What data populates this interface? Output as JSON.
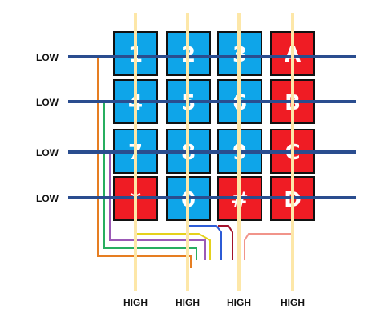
{
  "colors": {
    "blue_key": "#0ea5e9",
    "red_key": "#ef1c24",
    "key_border": "#111111",
    "row_line": "#2a4d8f",
    "col_line": "#fde7a8",
    "label_text": "#111111"
  },
  "keypad": {
    "rows": [
      [
        {
          "label": "1",
          "color": "blue"
        },
        {
          "label": "2",
          "color": "blue"
        },
        {
          "label": "3",
          "color": "blue"
        },
        {
          "label": "A",
          "color": "red"
        }
      ],
      [
        {
          "label": "4",
          "color": "blue"
        },
        {
          "label": "5",
          "color": "blue"
        },
        {
          "label": "6",
          "color": "blue"
        },
        {
          "label": "B",
          "color": "red"
        }
      ],
      [
        {
          "label": "7",
          "color": "blue"
        },
        {
          "label": "8",
          "color": "blue"
        },
        {
          "label": "9",
          "color": "blue"
        },
        {
          "label": "C",
          "color": "red"
        }
      ],
      [
        {
          "label": "*",
          "color": "red"
        },
        {
          "label": "0",
          "color": "blue"
        },
        {
          "label": "#",
          "color": "red"
        },
        {
          "label": "D",
          "color": "red"
        }
      ]
    ]
  },
  "row_labels": [
    "LOW",
    "LOW",
    "LOW",
    "LOW"
  ],
  "column_labels": [
    "HIGH",
    "HIGH",
    "HIGH",
    "HIGH"
  ],
  "wires": [
    {
      "name": "wire-orange",
      "color": "#e67e22"
    },
    {
      "name": "wire-green",
      "color": "#27ae60"
    },
    {
      "name": "wire-purple",
      "color": "#9b59b6"
    },
    {
      "name": "wire-yellow",
      "color": "#e5d11c"
    },
    {
      "name": "wire-blue",
      "color": "#2c5bd6"
    },
    {
      "name": "wire-darkred",
      "color": "#a3132b"
    },
    {
      "name": "wire-red",
      "color": "#e23b3b"
    },
    {
      "name": "wire-pink",
      "color": "#f1948a"
    }
  ]
}
